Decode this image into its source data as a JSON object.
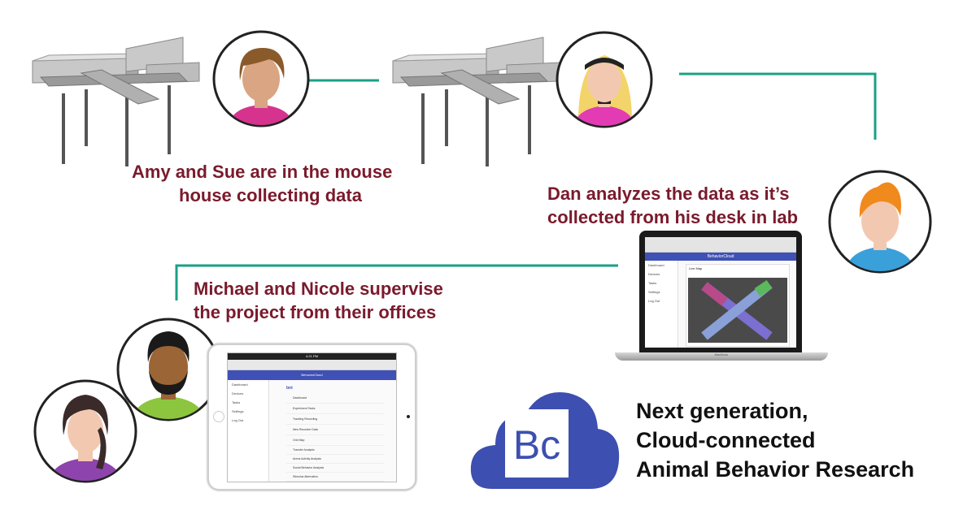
{
  "captions": {
    "amy_sue": [
      "Amy and Sue are in the mouse",
      "house collecting data"
    ],
    "dan": [
      "Dan analyzes the data as it’s",
      "collected from his desk in lab"
    ],
    "michael_nicole": [
      "Michael and Nicole supervise",
      "the project from their offices"
    ]
  },
  "tagline": [
    "Next generation,",
    "Cloud-connected",
    "Animal Behavior Research"
  ],
  "logo": {
    "text": "Bc",
    "icon": "cloud-icon",
    "color": "#3d4fb0"
  },
  "laptop": {
    "brand": "MacBook",
    "header": "BehaviorCloud",
    "menu": [
      "Dashboard",
      "Devices",
      "Tasks",
      "Settings",
      "Log Out"
    ],
    "panel_title": "Live Map"
  },
  "tablet": {
    "status_time": "4:21 PM",
    "header": "BehaviorCloud",
    "menu": [
      "Dashboard",
      "Devices",
      "Tasks",
      "Settings",
      "Log Out"
    ],
    "section_title": "bnt",
    "items": [
      "Dashboard",
      "Experiment Tasks",
      "Tracking Recording",
      "New Recorder Data",
      "Grid Map",
      "Transfer Analysis",
      "Arena Activity Analysis",
      "Social Behavior Analysis",
      "Stimulus Alternation"
    ]
  },
  "colors": {
    "connector": "#1aa085",
    "caption": "#7a1a2c",
    "header_bar": "#3f51b5"
  }
}
